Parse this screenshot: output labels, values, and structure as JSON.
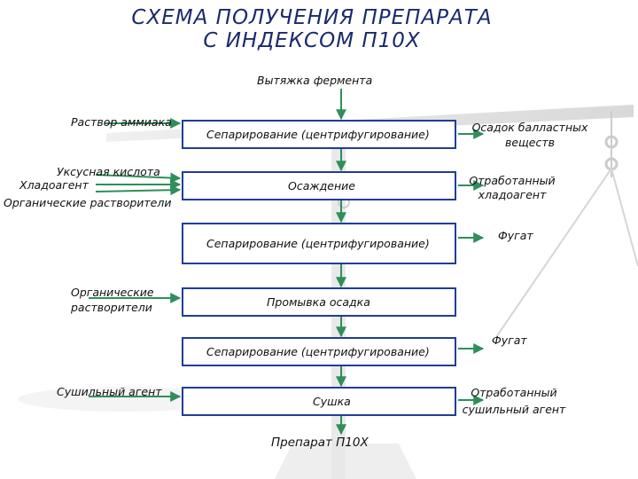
{
  "title": {
    "line1": "СХЕМА ПОЛУЧЕНИЯ ПРЕПАРАТА",
    "line2": "С ИНДЕКСОМ П10Х"
  },
  "top_label": "Вытяжка фермента",
  "steps": [
    "Сепарирование (центрифугирование)",
    "Осаждение",
    "Сепарирование (центрифугирование)",
    "Промывка осадка",
    "Сепарирование (центрифугирование)",
    "Сушка"
  ],
  "inputs": {
    "ammonia": "Раствор аммиака",
    "acetic_acid": "Уксусная кислота",
    "coolant": "Хладоагент",
    "solvents": "Органические растворители",
    "solvents2_line1": "Органические",
    "solvents2_line2": "растворители",
    "drying_agent": "Сушильный агент"
  },
  "outputs": {
    "ballast_line1": "Осадок балластных",
    "ballast_line2": "веществ",
    "spent_coolant_line1": "Отработанный",
    "spent_coolant_line2": "хладоагент",
    "fugate1": "Фугат",
    "fugate2": "Фугат",
    "spent_agent_line1": "Отработанный",
    "spent_agent_line2": "сушильный агент"
  },
  "product": "Препарат П10Х",
  "colors": {
    "box_border": "#1f3d99",
    "arrow": "#2f8f5a",
    "title": "#1a2a6c",
    "scale": "#c9c9c9"
  }
}
